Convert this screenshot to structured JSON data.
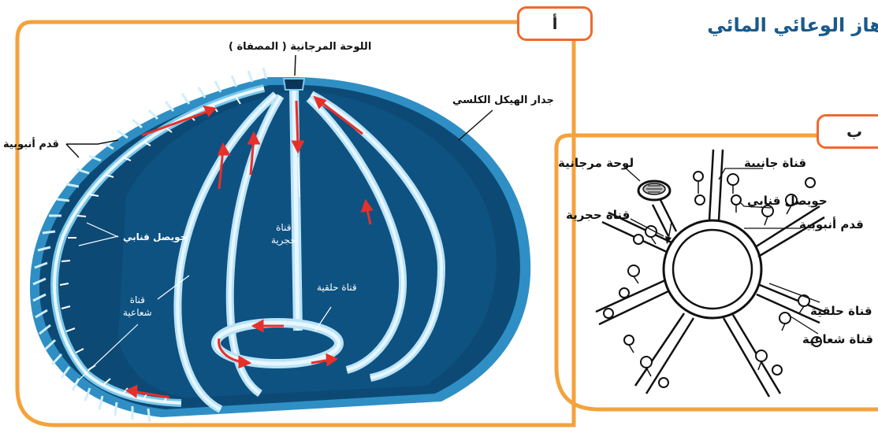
{
  "page": {
    "title": "هاز الوعائي المائي"
  },
  "panel_a": {
    "tab": "أ",
    "labels": {
      "madreporite": "اللوحة المرجانية ( المصفاة )",
      "skeleton_wall": "جدار الهيكل الكلسي",
      "tube_feet": "قدم أنبوبية",
      "ampulla": "حويصل قنابي",
      "stone_canal_1": "قناة",
      "stone_canal_2": "حجرية",
      "ring_canal": "قناة حلقية",
      "radial_canal_1": "قناة",
      "radial_canal_2": "شعاعية"
    }
  },
  "panel_b": {
    "tab": "ب",
    "labels": {
      "madreporite": "لوحة مرجانية",
      "lateral_canal": "قناة جانبية",
      "ampulla": "حويصل قنابي",
      "stone_canal": "قناة حجرية",
      "tube_foot": "قدم أنبوبية",
      "ring_canal": "قناة حلقية",
      "radial_canal": "قناة شعاعية"
    }
  },
  "colors": {
    "frame": "#f4a23c",
    "tab_border": "#ef6a2e",
    "body_dark": "#0c4a75",
    "canal": "#b9e3f7",
    "flow_arrow": "#e8302a",
    "title": "#1a5a8a"
  }
}
